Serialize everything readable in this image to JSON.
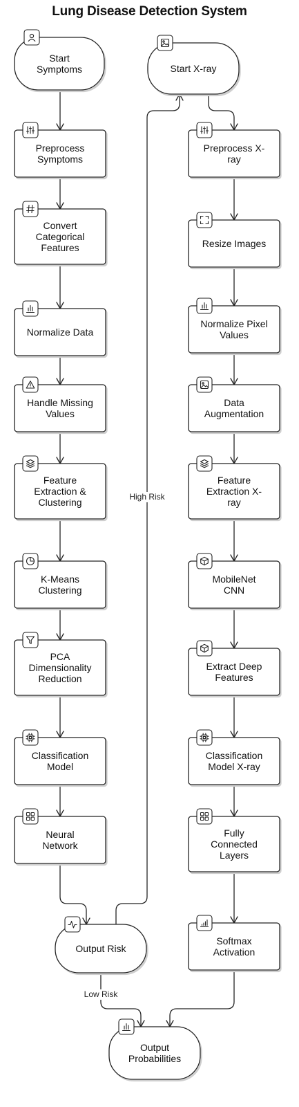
{
  "title": "Lung Disease Detection System",
  "nodes": [
    {
      "id": "start_symptoms",
      "label": [
        "Start",
        "Symptoms"
      ],
      "shape": "terminal",
      "icon": "user-icon"
    },
    {
      "id": "preprocess_symptoms",
      "label": [
        "Preprocess",
        "Symptoms"
      ],
      "shape": "process",
      "icon": "sliders-icon"
    },
    {
      "id": "convert_categorical",
      "label": [
        "Convert",
        "Categorical",
        "Features"
      ],
      "shape": "process",
      "icon": "hash-icon"
    },
    {
      "id": "normalize_data",
      "label": [
        "Normalize Data"
      ],
      "shape": "process",
      "icon": "bar-chart-icon"
    },
    {
      "id": "handle_missing",
      "label": [
        "Handle Missing",
        "Values"
      ],
      "shape": "process",
      "icon": "warning-icon"
    },
    {
      "id": "feature_clustering",
      "label": [
        "Feature",
        "Extraction &",
        "Clustering"
      ],
      "shape": "process",
      "icon": "layers-icon"
    },
    {
      "id": "kmeans",
      "label": [
        "K-Means",
        "Clustering"
      ],
      "shape": "process",
      "icon": "pie-chart-icon"
    },
    {
      "id": "pca",
      "label": [
        "PCA",
        "Dimensionality",
        "Reduction"
      ],
      "shape": "process",
      "icon": "filter-icon"
    },
    {
      "id": "classification_model",
      "label": [
        "Classification",
        "Model"
      ],
      "shape": "process",
      "icon": "cpu-icon"
    },
    {
      "id": "neural_network",
      "label": [
        "Neural",
        "Network"
      ],
      "shape": "process",
      "icon": "grid-icon"
    },
    {
      "id": "output_risk",
      "label": [
        "Output Risk"
      ],
      "shape": "terminal",
      "icon": "activity-icon"
    },
    {
      "id": "start_xray",
      "label": [
        "Start X-ray"
      ],
      "shape": "terminal",
      "icon": "image-icon"
    },
    {
      "id": "preprocess_xray",
      "label": [
        "Preprocess X-",
        "ray"
      ],
      "shape": "process",
      "icon": "sliders-icon"
    },
    {
      "id": "resize_images",
      "label": [
        "Resize Images"
      ],
      "shape": "process",
      "icon": "maximize-icon"
    },
    {
      "id": "normalize_pixel",
      "label": [
        "Normalize Pixel",
        "Values"
      ],
      "shape": "process",
      "icon": "bar-chart-icon"
    },
    {
      "id": "data_augmentation",
      "label": [
        "Data",
        "Augmentation"
      ],
      "shape": "process",
      "icon": "image-icon"
    },
    {
      "id": "feature_xray",
      "label": [
        "Feature",
        "Extraction X-",
        "ray"
      ],
      "shape": "process",
      "icon": "layers-icon"
    },
    {
      "id": "mobilenet",
      "label": [
        "MobileNet",
        "CNN"
      ],
      "shape": "process",
      "icon": "box-icon"
    },
    {
      "id": "extract_deep",
      "label": [
        "Extract Deep",
        "Features"
      ],
      "shape": "process",
      "icon": "box-icon"
    },
    {
      "id": "classification_xray",
      "label": [
        "Classification",
        "Model X-ray"
      ],
      "shape": "process",
      "icon": "cpu-icon"
    },
    {
      "id": "fully_connected",
      "label": [
        "Fully",
        "Connected",
        "Layers"
      ],
      "shape": "process",
      "icon": "grid-icon"
    },
    {
      "id": "softmax",
      "label": [
        "Softmax",
        "Activation"
      ],
      "shape": "process",
      "icon": "signal-icon"
    },
    {
      "id": "output_probabilities",
      "label": [
        "Output",
        "Probabilities"
      ],
      "shape": "terminal",
      "icon": "bar-chart-icon"
    }
  ],
  "edges": [
    {
      "from": "start_symptoms",
      "to": "preprocess_symptoms",
      "label": ""
    },
    {
      "from": "preprocess_symptoms",
      "to": "convert_categorical",
      "label": ""
    },
    {
      "from": "convert_categorical",
      "to": "normalize_data",
      "label": ""
    },
    {
      "from": "normalize_data",
      "to": "handle_missing",
      "label": ""
    },
    {
      "from": "handle_missing",
      "to": "feature_clustering",
      "label": ""
    },
    {
      "from": "feature_clustering",
      "to": "kmeans",
      "label": ""
    },
    {
      "from": "kmeans",
      "to": "pca",
      "label": ""
    },
    {
      "from": "pca",
      "to": "classification_model",
      "label": ""
    },
    {
      "from": "classification_model",
      "to": "neural_network",
      "label": ""
    },
    {
      "from": "neural_network",
      "to": "output_risk",
      "label": ""
    },
    {
      "from": "output_risk",
      "to": "start_xray",
      "label": "High Risk"
    },
    {
      "from": "output_risk",
      "to": "output_probabilities",
      "label": "Low Risk"
    },
    {
      "from": "start_xray",
      "to": "preprocess_xray",
      "label": ""
    },
    {
      "from": "preprocess_xray",
      "to": "resize_images",
      "label": ""
    },
    {
      "from": "resize_images",
      "to": "normalize_pixel",
      "label": ""
    },
    {
      "from": "normalize_pixel",
      "to": "data_augmentation",
      "label": ""
    },
    {
      "from": "data_augmentation",
      "to": "feature_xray",
      "label": ""
    },
    {
      "from": "feature_xray",
      "to": "mobilenet",
      "label": ""
    },
    {
      "from": "mobilenet",
      "to": "extract_deep",
      "label": ""
    },
    {
      "from": "extract_deep",
      "to": "classification_xray",
      "label": ""
    },
    {
      "from": "classification_xray",
      "to": "fully_connected",
      "label": ""
    },
    {
      "from": "fully_connected",
      "to": "softmax",
      "label": ""
    },
    {
      "from": "softmax",
      "to": "output_probabilities",
      "label": ""
    }
  ]
}
